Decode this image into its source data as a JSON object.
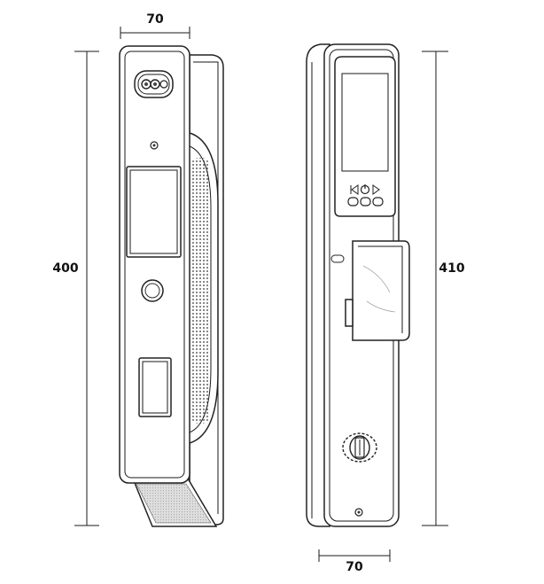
{
  "dimensions": {
    "front_width": "70",
    "front_height": "400",
    "back_height": "410",
    "back_width": "70"
  },
  "icons": [
    "camera-lens-icon",
    "fingerprint-sensor-icon",
    "power-icon",
    "left-arrow-icon",
    "right-arrow-icon",
    "key-cylinder-icon"
  ]
}
